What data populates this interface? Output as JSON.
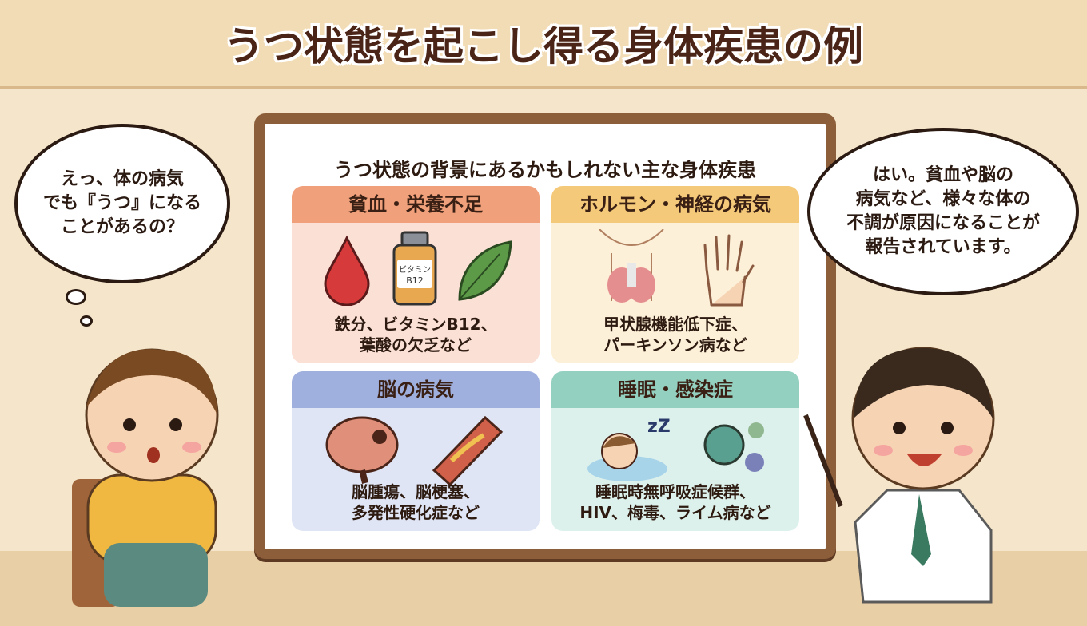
{
  "title": "うつ状態を起こし得る身体疾患の例",
  "board": {
    "subtitle": "うつ状態の背景にあるかもしれない主な身体疾患",
    "cards": [
      {
        "heading": "貧血・栄養不足",
        "line1": "鉄分、ビタミンB12、",
        "line2": "葉酸の欠乏など",
        "bottle_label1": "ビタミン",
        "bottle_label2": "B12",
        "header_color": "#f0a07a",
        "body_color": "#fbe0d6"
      },
      {
        "heading": "ホルモン・神経の病気",
        "line1": "甲状腺機能低下症、",
        "line2": "パーキンソン病など",
        "header_color": "#f5c97a",
        "body_color": "#fdf0d8"
      },
      {
        "heading": "脳の病気",
        "line1": "脳腫瘍、脳梗塞、",
        "line2": "多発性硬化症など",
        "header_color": "#9fb0de",
        "body_color": "#dfe5f5"
      },
      {
        "heading": "睡眠・感染症",
        "line1": "睡眠時無呼吸症候群、",
        "line2": "HIV、梅毒、ライム病など",
        "zzz": "zZ",
        "header_color": "#94d0c0",
        "body_color": "#ddf1ec"
      }
    ]
  },
  "left_bubble": {
    "line1": "えっ、体の病気",
    "line2": "でも『うつ』になる",
    "line3": "ことがあるの？"
  },
  "right_bubble": {
    "line1": "はい。貧血や脳の",
    "line2": "病気など、様々な体の",
    "line3": "不調が原因になることが",
    "line4": "報告されています。"
  }
}
